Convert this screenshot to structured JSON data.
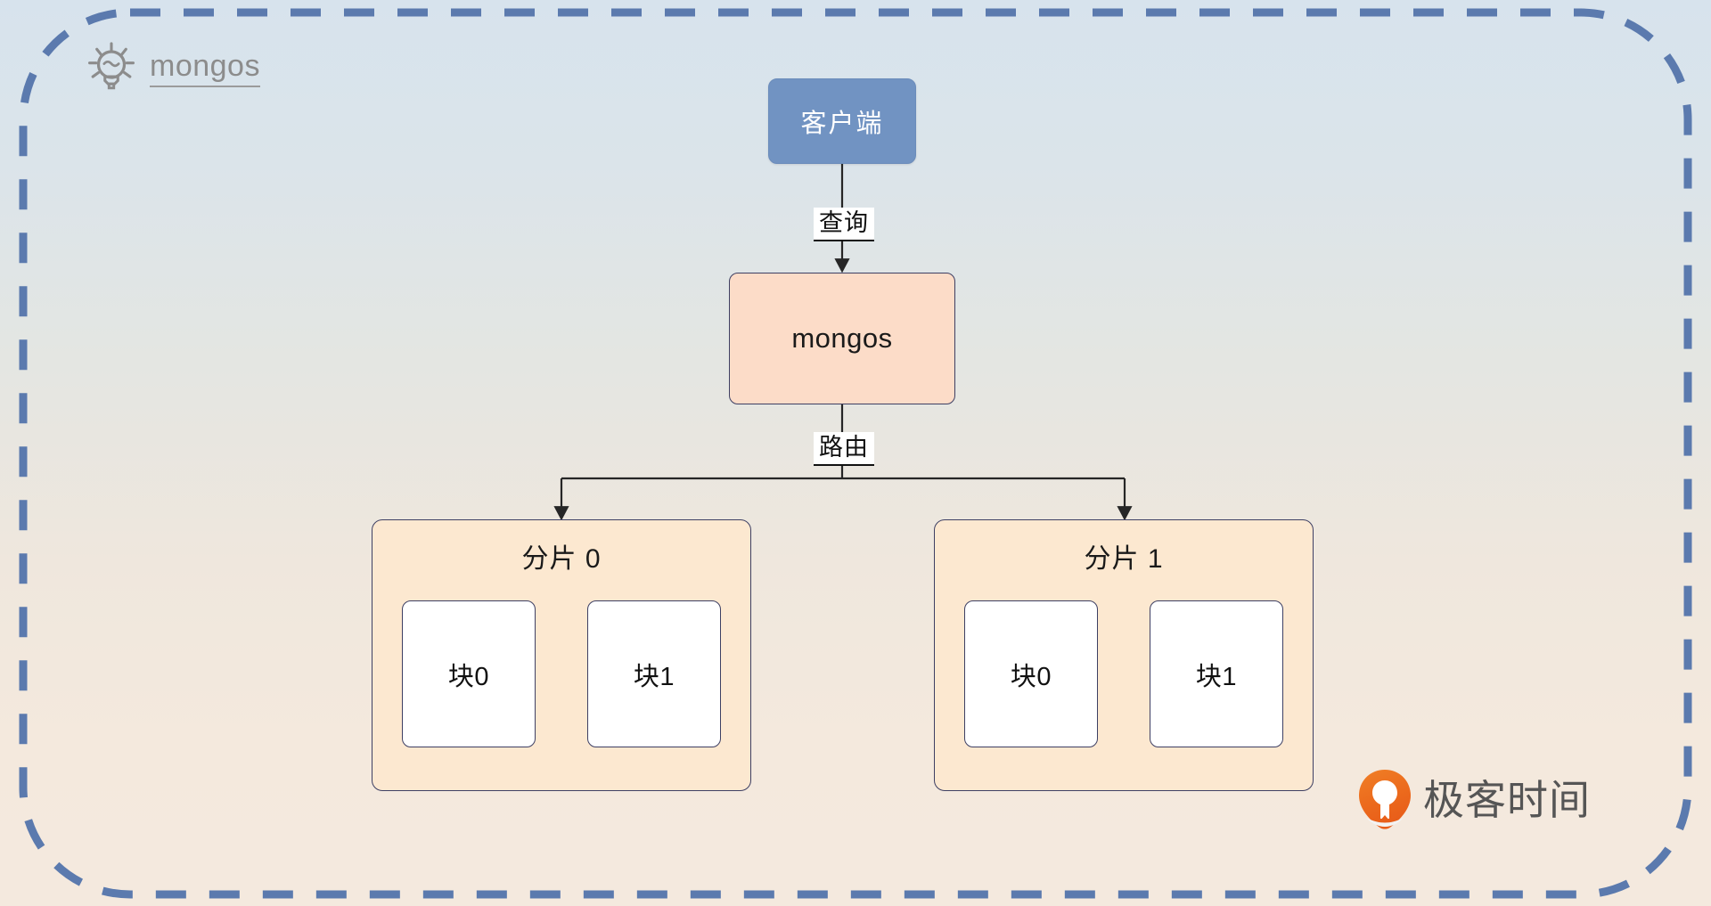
{
  "title": {
    "icon": "lightbulb-icon",
    "text": "mongos"
  },
  "colors": {
    "frame_dash": "#5b7aae",
    "client_fill": "#7193c2",
    "mongos_fill": "#fcdcc8",
    "shard_fill": "#fce8d0",
    "chunk_fill": "#ffffff",
    "node_border": "#3d3f63",
    "edge_stroke": "#262626",
    "brand_orange": "#ed6d1f",
    "bg_top": "#d7e3ed",
    "bg_bottom": "#f4e9de"
  },
  "diagram": {
    "type": "flowchart",
    "client": {
      "label": "客户端"
    },
    "router": {
      "label": "mongos"
    },
    "edges": [
      {
        "from": "客户端",
        "to": "mongos",
        "label": "查询"
      },
      {
        "from": "mongos",
        "to": "分片 0",
        "label": "路由"
      },
      {
        "from": "mongos",
        "to": "分片 1",
        "label": "路由"
      }
    ],
    "edge_labels": {
      "query": "查询",
      "route": "路由"
    },
    "shards": [
      {
        "label": "分片 0",
        "chunks": [
          {
            "label": "块0"
          },
          {
            "label": "块1"
          }
        ]
      },
      {
        "label": "分片 1",
        "chunks": [
          {
            "label": "块0"
          },
          {
            "label": "块1"
          }
        ]
      }
    ]
  },
  "watermark": {
    "logo": "geektime-logo-icon",
    "text": "极客时间"
  }
}
